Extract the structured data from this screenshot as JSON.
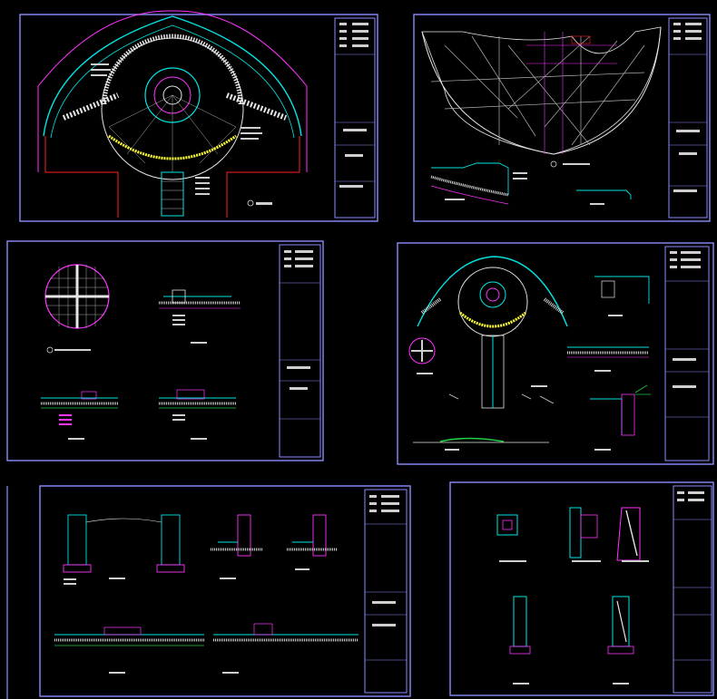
{
  "canvas": {
    "background": "#000000"
  },
  "colors": {
    "frame": "#8c8cff",
    "cyan": "#00e5e5",
    "magenta": "#ff33ff",
    "yellow": "#ffff33",
    "white": "#e6e6e6",
    "red": "#ff2020",
    "green": "#22cc44",
    "blue": "#3c64ff",
    "watermark": "#0f3a22"
  },
  "sheets": [
    {
      "id": "plan-overview",
      "kind": "round-plan"
    },
    {
      "id": "paving-pattern",
      "kind": "fan-plan"
    },
    {
      "id": "detail-sections",
      "kind": "details"
    },
    {
      "id": "plan-with-path",
      "kind": "path-plan"
    },
    {
      "id": "wall-sections",
      "kind": "wall-sections"
    },
    {
      "id": "post-details",
      "kind": "post-details"
    }
  ]
}
